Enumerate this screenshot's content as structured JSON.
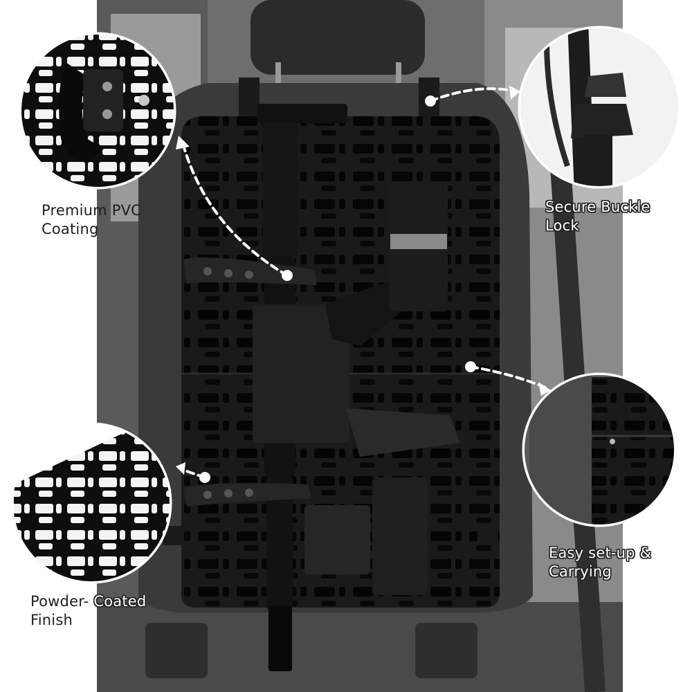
{
  "features": {
    "pvc": {
      "line1": "Premium PVC",
      "line2": "Coating"
    },
    "buckle": {
      "line1": "Secure Buckle",
      "line2": "Lock"
    },
    "setup": {
      "line1": "Easy set-up &",
      "line2": "Carrying"
    },
    "powder": {
      "line1a": "Powder-",
      "line1b": " Coated",
      "line2": "Finish"
    }
  },
  "colors": {
    "background": "#ffffff",
    "panel": "#1b1b1b",
    "seat": "#3a3a3a",
    "text": "#1e1e1e"
  }
}
